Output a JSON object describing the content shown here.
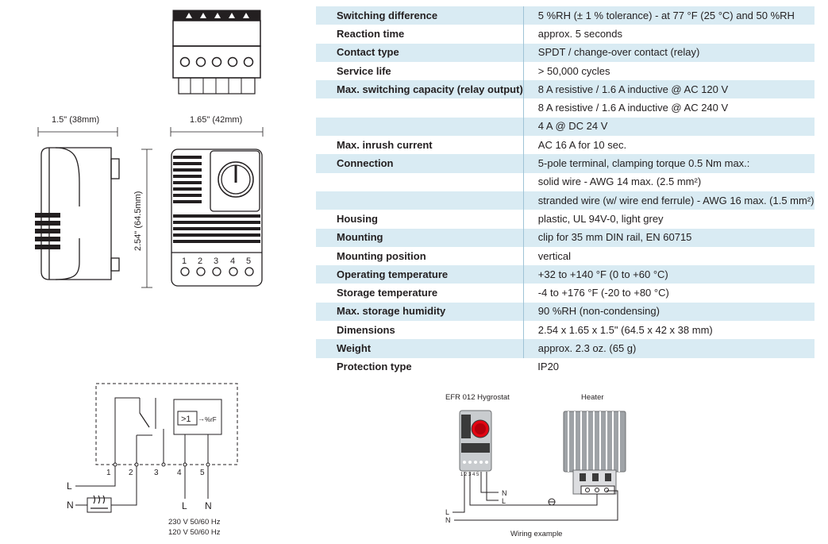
{
  "specs": [
    {
      "label": "Switching difference",
      "value": "5 %RH (± 1 % tolerance)  -  at 77 °F (25 °C) and 50 %RH",
      "shaded": true
    },
    {
      "label": "Reaction time",
      "value": "approx. 5 seconds",
      "shaded": false
    },
    {
      "label": "Contact type",
      "value": "SPDT / change-over contact (relay)",
      "shaded": true
    },
    {
      "label": "Service life",
      "value": "> 50,000 cycles",
      "shaded": false
    },
    {
      "label": "Max. switching capacity (relay output)",
      "value": "8 A resistive / 1.6 A inductive @ AC 120 V",
      "shaded": true
    },
    {
      "label": "",
      "value": "8 A resistive / 1.6 A inductive @ AC 240 V",
      "shaded": false
    },
    {
      "label": "",
      "value": "4 A @ DC 24 V",
      "shaded": true
    },
    {
      "label": "Max. inrush current",
      "value": "AC 16 A for 10 sec.",
      "shaded": false
    },
    {
      "label": "Connection",
      "value": "5-pole terminal, clamping torque 0.5 Nm max.:",
      "shaded": true
    },
    {
      "label": "",
      "value": "solid wire - AWG 14 max. (2.5 mm²)",
      "shaded": false
    },
    {
      "label": "",
      "value": "stranded wire (w/ wire end ferrule) - AWG 16 max. (1.5 mm²)",
      "shaded": true
    },
    {
      "label": "Housing",
      "value": "plastic, UL 94V-0, light grey",
      "shaded": false
    },
    {
      "label": "Mounting",
      "value": "clip for 35 mm DIN rail, EN 60715",
      "shaded": true
    },
    {
      "label": "Mounting position",
      "value": "vertical",
      "shaded": false
    },
    {
      "label": "Operating temperature",
      "value": "+32 to +140 °F (0 to +60 °C)",
      "shaded": true
    },
    {
      "label": "Storage temperature",
      "value": "-4 to +176 °F (-20 to +80 °C)",
      "shaded": false
    },
    {
      "label": "Max. storage humidity",
      "value": "90 %RH (non-condensing)",
      "shaded": true
    },
    {
      "label": "Dimensions",
      "value": "2.54 x 1.65 x 1.5\" (64.5 x 42 x 38 mm)",
      "shaded": false
    },
    {
      "label": "Weight",
      "value": "approx. 2.3 oz. (65 g)",
      "shaded": true
    },
    {
      "label": "Protection type",
      "value": "IP20",
      "shaded": false
    }
  ],
  "dimensions": {
    "width_side": "1.5\" (38mm)",
    "width_front": "1.65\" (42mm)",
    "height": "2.54\" (64.5mm)",
    "terminals": [
      "1",
      "2",
      "3",
      "4",
      "5"
    ]
  },
  "circuit": {
    "terminals": [
      "1",
      "2",
      "3",
      "4",
      "5"
    ],
    "relay_symbol": ">1",
    "sensor_label": "%rF",
    "line_l": "L",
    "line_n": "N",
    "supply_l": "L",
    "supply_n": "N",
    "voltage_1": "230 V 50/60 Hz",
    "voltage_2": "120 V 50/60 Hz"
  },
  "wiring": {
    "device_label": "EFR 012 Hygrostat",
    "heater_label": "Heater",
    "caption": "Wiring example",
    "terminal_numbers": "1 2 3  4 5",
    "wire_n": "N",
    "wire_l_right": "L",
    "wire_l_left": "L",
    "wire_n_left": "N"
  }
}
